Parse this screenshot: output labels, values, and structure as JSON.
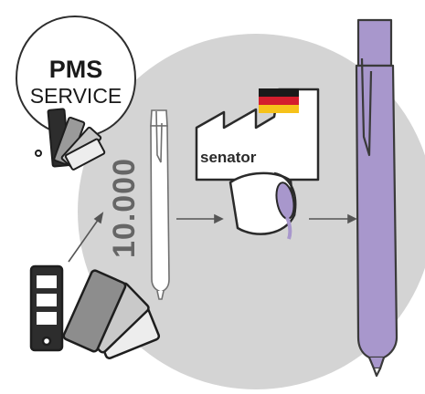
{
  "badge": {
    "line1": "PMS",
    "line2": "SERVICE"
  },
  "quantity": "10.000",
  "brand": "senator",
  "colors": {
    "background_circle": "#d4d4d4",
    "pen_accent": "#a897cc",
    "pen_white": "#ffffff",
    "line": "#3f3f3f",
    "flag": [
      "#1a1a1a",
      "#d41e2d",
      "#f6c21a"
    ]
  },
  "icons": [
    "pms-badge-icon",
    "color-fan-icon",
    "white-pen-icon",
    "factory-icon",
    "germany-flag-icon",
    "paint-bucket-icon",
    "purple-pen-icon",
    "arrow-icon"
  ]
}
